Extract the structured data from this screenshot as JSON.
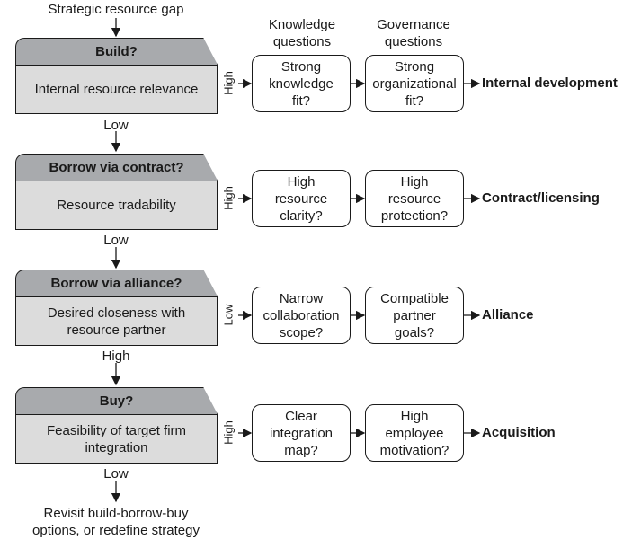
{
  "top_label": "Strategic resource gap",
  "column_headers": {
    "knowledge": "Knowledge\nquestions",
    "governance": "Governance\nquestions"
  },
  "stages": [
    {
      "header": "Build?",
      "body": "Internal resource relevance",
      "side_label": "High",
      "q1": "Strong\nknowledge\nfit?",
      "q2": "Strong\norganizational\nfit?",
      "outcome": "Internal development",
      "down_label": "Low"
    },
    {
      "header": "Borrow via contract?",
      "body": "Resource tradability",
      "side_label": "High",
      "q1": "High\nresource\nclarity?",
      "q2": "High\nresource\nprotection?",
      "outcome": "Contract/licensing",
      "down_label": "Low"
    },
    {
      "header": "Borrow via alliance?",
      "body": "Desired closeness with\nresource partner",
      "side_label": "Low",
      "q1": "Narrow\ncollaboration\nscope?",
      "q2": "Compatible\npartner\ngoals?",
      "outcome": "Alliance",
      "down_label": "High"
    },
    {
      "header": "Buy?",
      "body": "Feasibility of target firm\nintegration",
      "side_label": "High",
      "q1": "Clear\nintegration\nmap?",
      "q2": "High\nemployee\nmotivation?",
      "outcome": "Acquisition",
      "down_label": "Low"
    }
  ],
  "bottom_label": "Revisit build-borrow-buy\noptions, or redefine strategy"
}
